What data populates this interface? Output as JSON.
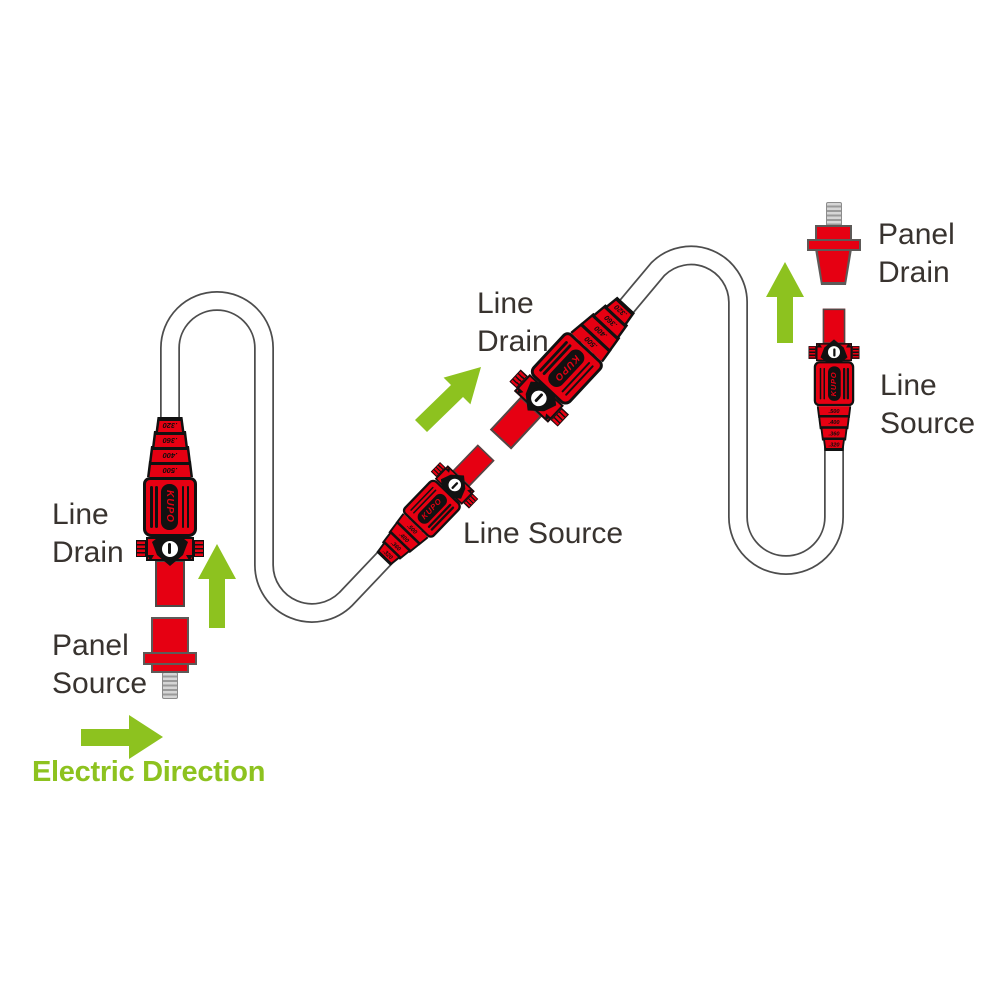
{
  "diagram": {
    "labels": {
      "left_connector": {
        "line1": "Line",
        "line2": "Drain"
      },
      "left_panel": {
        "line1": "Panel",
        "line2": "Source"
      },
      "middle_upper_connector": {
        "line1": "Line",
        "line2": "Drain"
      },
      "middle_lower_connector": "Line Source",
      "right_panel": {
        "line1": "Panel",
        "line2": "Drain"
      },
      "right_connector": {
        "line1": "Line",
        "line2": "Source"
      },
      "flow_caption": "Electric Direction"
    },
    "connector": {
      "brand": "KUPO",
      "boot_sizes": [
        ".500",
        ".400",
        ".360",
        ".320"
      ]
    },
    "colors": {
      "red": "#e60012",
      "green": "#8dc21f",
      "ink": "#111111",
      "label": "#38332f",
      "cable-outline": "#4d4d4d",
      "panel-outline": "#5d5a58",
      "stud-light": "#d6d6d6",
      "stud-dark": "#9a9a9a",
      "background": "#ffffff"
    }
  }
}
